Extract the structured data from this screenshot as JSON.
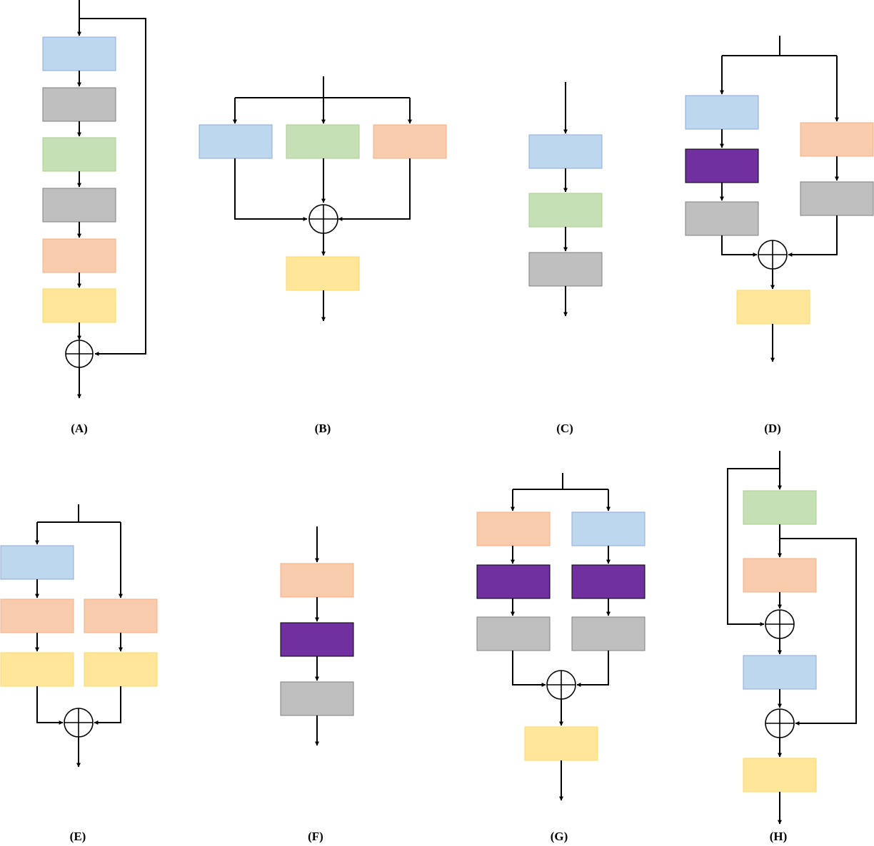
{
  "panel_labels": {
    "a": "(A)",
    "b": "(B)",
    "c": "(C)",
    "d": "(D)",
    "e": "(E)",
    "f": "(F)",
    "g": "(G)",
    "h": "(H)"
  },
  "colors": {
    "blue": "#BDD7EE",
    "gray": "#BFBFBF",
    "green": "#C5E0B4",
    "peach": "#F8CBAD",
    "yellow": "#FFE699",
    "purple": "#7030A0",
    "line": "#000000"
  },
  "panels": [
    {
      "id": "a",
      "blocks": [
        "blue",
        "gray",
        "green",
        "gray",
        "peach",
        "yellow"
      ],
      "skip": "input-to-sum"
    },
    {
      "id": "b",
      "branches": [
        [
          "blue"
        ],
        [
          "green"
        ],
        [
          "peach"
        ]
      ],
      "after_sum": [
        "yellow"
      ]
    },
    {
      "id": "c",
      "blocks": [
        "blue",
        "green",
        "gray"
      ]
    },
    {
      "id": "d",
      "branches": [
        [
          "blue",
          "purple",
          "gray"
        ],
        [
          "peach",
          "gray"
        ]
      ],
      "after_sum": [
        "yellow"
      ]
    },
    {
      "id": "e",
      "branches": [
        [
          "blue",
          "peach",
          "yellow"
        ],
        [
          "peach",
          "yellow"
        ]
      ]
    },
    {
      "id": "f",
      "blocks": [
        "peach",
        "purple",
        "gray"
      ]
    },
    {
      "id": "g",
      "branches": [
        [
          "peach",
          "purple",
          "gray"
        ],
        [
          "blue",
          "purple",
          "gray"
        ]
      ],
      "after_sum": [
        "yellow"
      ]
    },
    {
      "id": "h",
      "blocks": [
        "green",
        "peach",
        "blue",
        "yellow"
      ],
      "skips": 2
    }
  ]
}
